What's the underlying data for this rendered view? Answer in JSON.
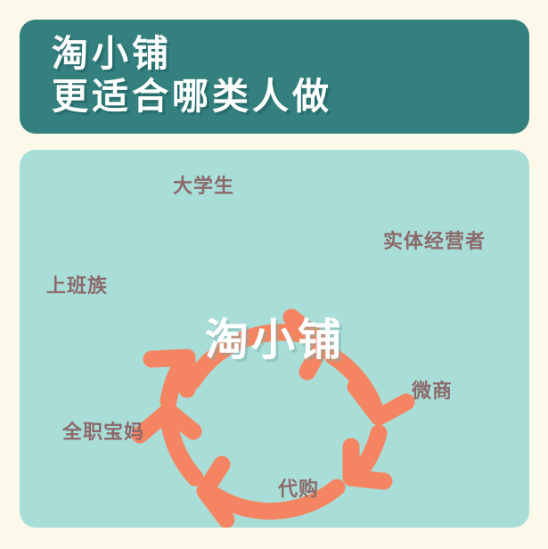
{
  "page": {
    "background_color": "#fdf9ea"
  },
  "header": {
    "background_color": "#33807e",
    "title_line1": "淘小铺",
    "title_line2": "更适合哪类人做",
    "text_color": "#ffffff"
  },
  "diagram": {
    "card_background_color": "#a9ded8",
    "arrow_color": "#f58562",
    "center_label": "淘小铺",
    "center_text_color": "#ffffff",
    "label_color": "#8c6a6b",
    "ring_labels": [
      {
        "text": "大学生",
        "position": "top"
      },
      {
        "text": "实体经营者",
        "position": "top-right"
      },
      {
        "text": "微商",
        "position": "bottom-right"
      },
      {
        "text": "代购",
        "position": "bottom"
      },
      {
        "text": "全职宝妈",
        "position": "bottom-left"
      },
      {
        "text": "上班族",
        "position": "top-left"
      }
    ]
  }
}
